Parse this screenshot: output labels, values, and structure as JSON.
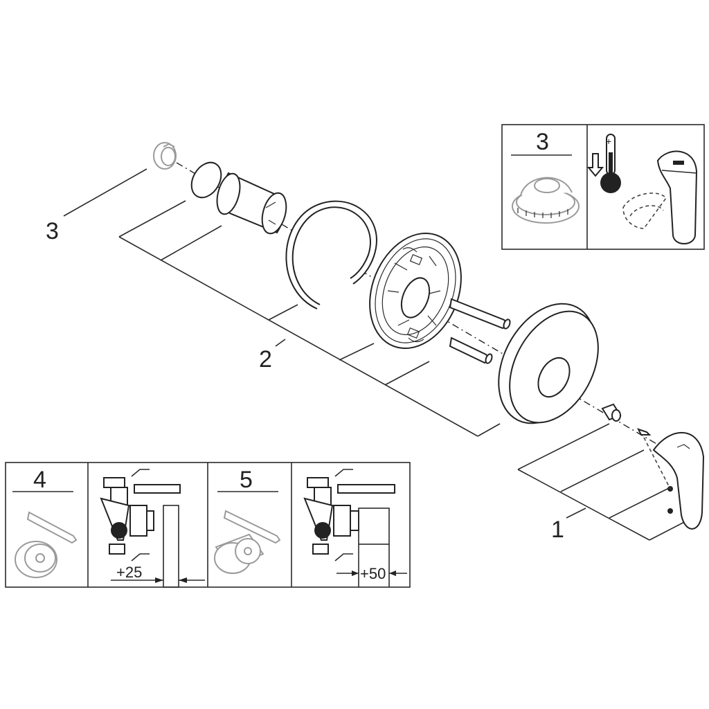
{
  "callouts": {
    "part_1": "1",
    "part_2": "2",
    "part_3": "3"
  },
  "inset_top": {
    "number": "3",
    "thermo_plus": "+"
  },
  "inset_bottom": {
    "panel_a": {
      "number": "4",
      "dimension": "+25"
    },
    "panel_b": {
      "number": "5",
      "dimension": "+50"
    }
  }
}
